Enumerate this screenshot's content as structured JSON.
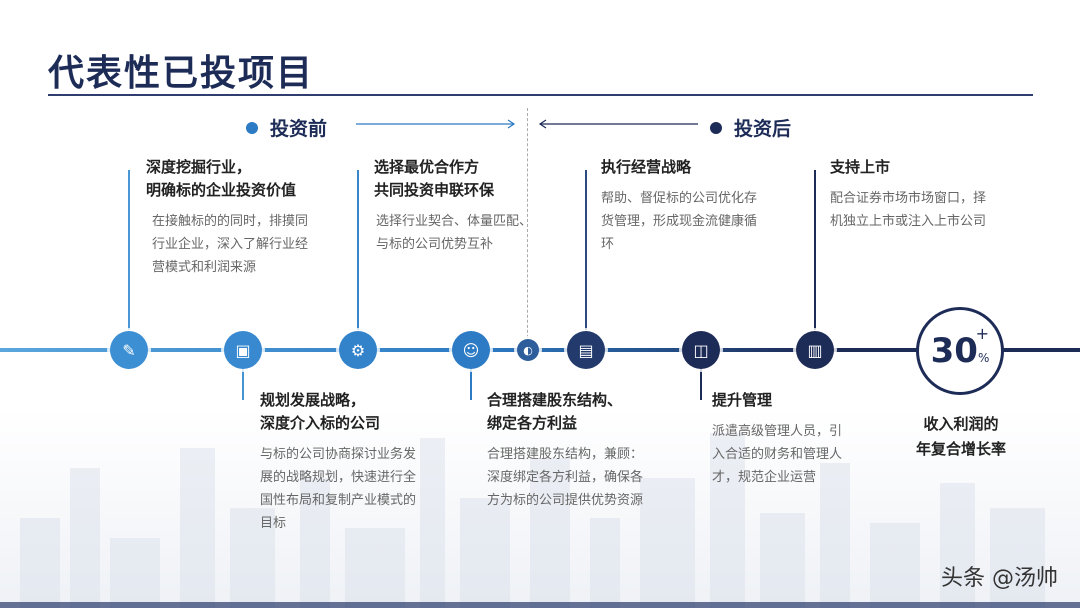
{
  "title": "代表性已投项目",
  "phases": {
    "before": "投资前",
    "after": "投资后"
  },
  "colors": {
    "navy": "#1d2b57",
    "blue": "#2c7bc4",
    "light_blue": "#5aa6dd"
  },
  "top_cards": [
    {
      "title_lines": [
        "深度挖掘行业，",
        "明确标的企业投资价值"
      ],
      "body_lines": [
        "在接触标的的同时，排摸同",
        "行业企业，深入了解行业经",
        "营模式和利润来源"
      ]
    },
    {
      "title_lines": [
        "选择最优合作方",
        "共同投资申联环保"
      ],
      "body_lines": [
        "选择行业契合、体量匹配、",
        "与标的公司优势互补"
      ]
    },
    {
      "title_lines": [
        "执行经营战略"
      ],
      "body_lines": [
        "帮助、督促标的公司优化存",
        "货管理，形成现金流健康循",
        "环"
      ]
    },
    {
      "title_lines": [
        "支持上市"
      ],
      "body_lines": [
        "配合证券市场市场窗口，择",
        "机独立上市或注入上市公司"
      ]
    }
  ],
  "bottom_cards": [
    {
      "title_lines": [
        "规划发展战略，",
        "深度介入标的公司"
      ],
      "body_lines": [
        "与标的公司协商探讨业务发",
        "展的战略规划，快速进行全",
        "国性布局和复制产业模式的",
        "目标"
      ]
    },
    {
      "title_lines": [
        "合理搭建股东结构、",
        "绑定各方利益"
      ],
      "body_lines": [
        "合理搭建股东结构，兼顾：",
        "深度绑定各方利益，确保各",
        "方为标的公司提供优势资源"
      ]
    },
    {
      "title_lines": [
        "提升管理"
      ],
      "body_lines": [
        "派遣高级管理人员，引",
        "入合适的财务和管理人",
        "才，规范企业运营"
      ]
    }
  ],
  "result": {
    "number": "30",
    "unit": "%",
    "plus": "+",
    "label_lines": [
      "收入利润的",
      "年复合增长率"
    ]
  },
  "node_icons": [
    "chart-pen-icon",
    "image-icon",
    "gear-hand-icon",
    "people-icon",
    "globe-icon",
    "clipboard-icon",
    "frame-icon",
    "bar-chart-icon"
  ],
  "watermark": "头条 @汤帅"
}
